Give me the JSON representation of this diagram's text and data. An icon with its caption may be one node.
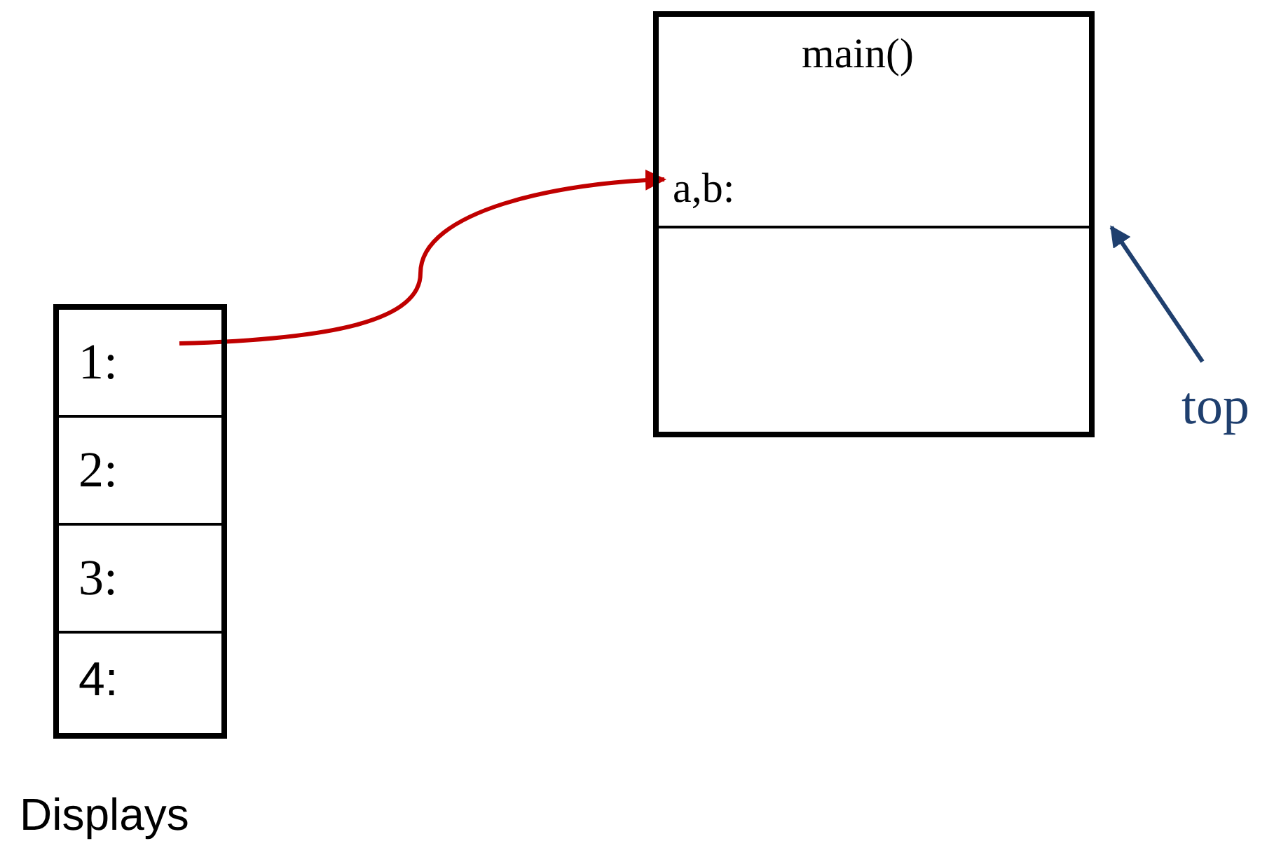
{
  "diagram": {
    "nodes": [
      {
        "text": [
          "Displays"
        ]
      },
      {
        "text": [
          "1:"
        ],
        "in": 0
      },
      {
        "text": [
          "2:"
        ],
        "in": 0
      },
      {
        "text": [
          "3:"
        ],
        "in": 0
      },
      {
        "text": [
          "4:"
        ],
        "in": 0
      },
      {
        "text": [
          "main()"
        ]
      },
      {
        "text": [
          "a,b:"
        ],
        "in": 5
      },
      {
        "text": [],
        "shape": "box",
        "in": 5
      },
      {
        "text": [
          "top"
        ]
      }
    ],
    "edges": [
      {
        "from": 1,
        "to": 6,
        "arrow": "to",
        "color": "#c00000"
      },
      {
        "from": 8,
        "to": 7,
        "arrow": "to",
        "color": "#1f3f6e"
      }
    ]
  }
}
